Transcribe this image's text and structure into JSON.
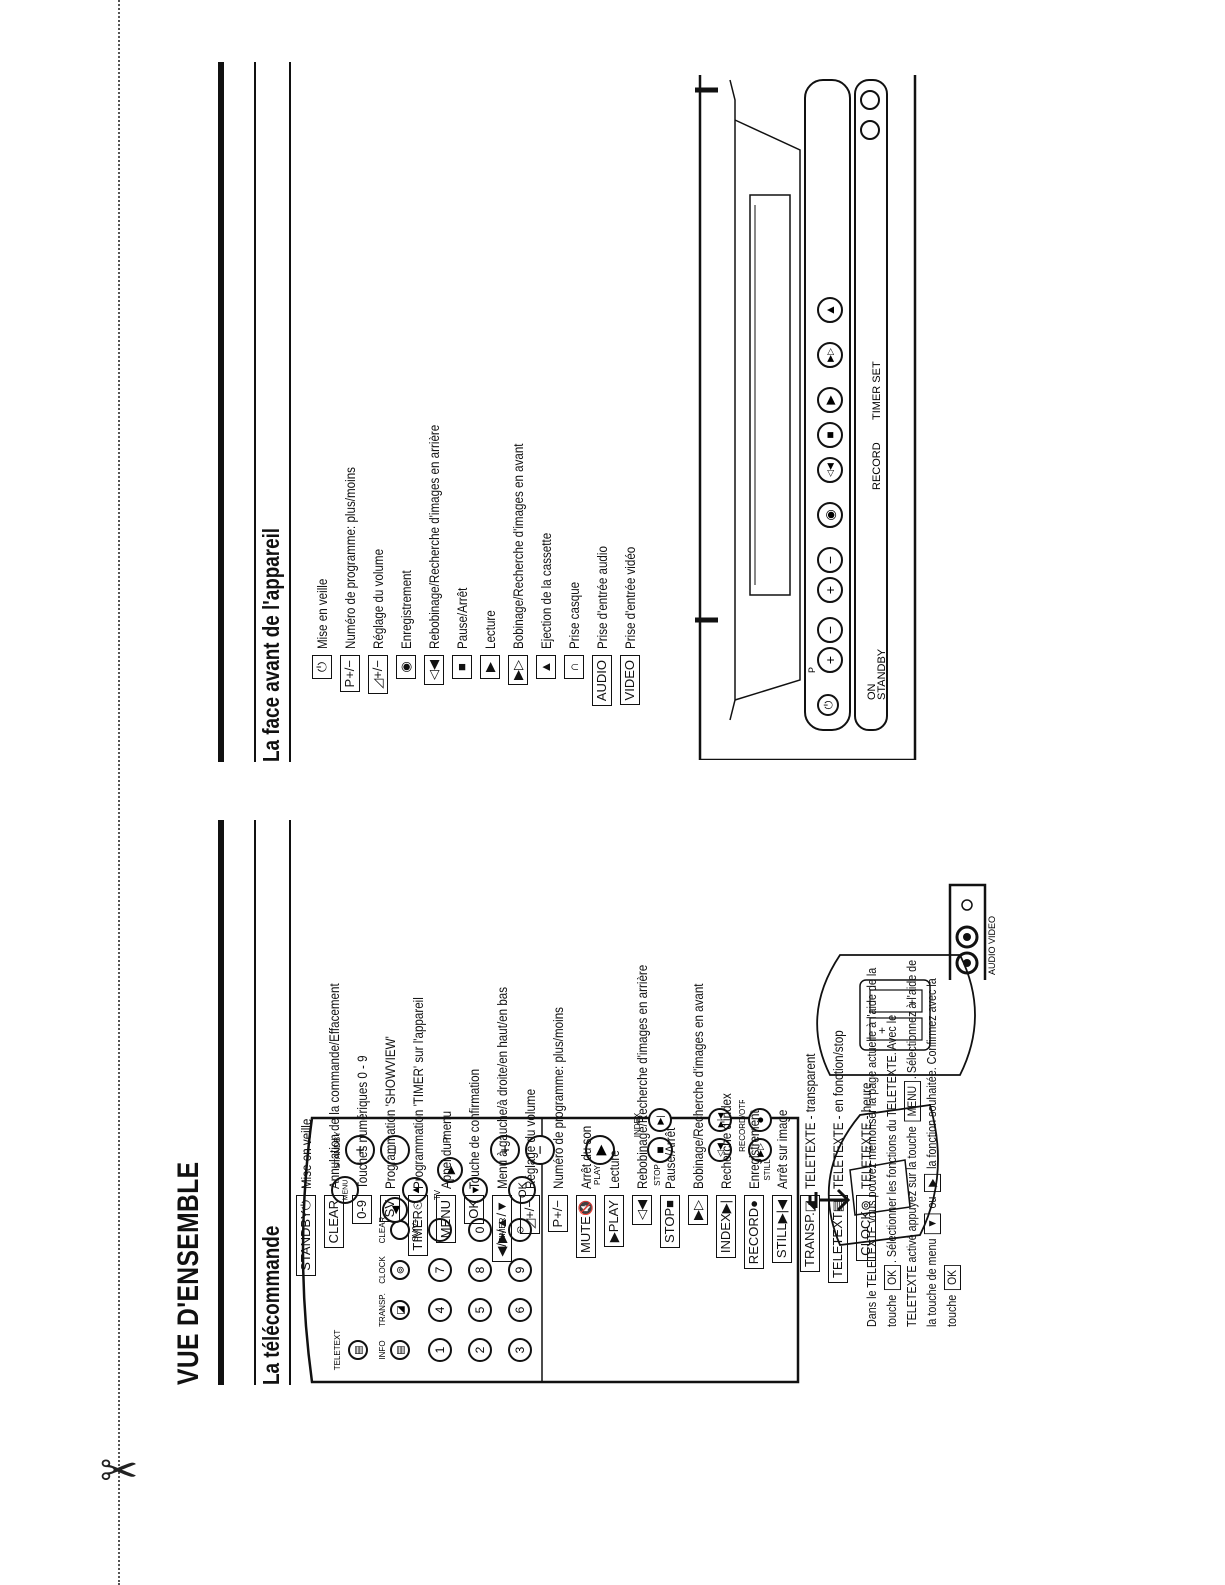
{
  "page": {
    "main_title": "VUE D'ENSEMBLE"
  },
  "remote": {
    "title": "La télécommande",
    "keys": [
      {
        "key": "STANDBY⏻",
        "desc": "Mise en veille"
      },
      {
        "key": "CLEAR",
        "desc": "Annulation de la commande/Effacement"
      },
      {
        "key": "0-9",
        "desc": "Touches numériques 0 - 9"
      },
      {
        "key": "SV",
        "desc": "Programmation 'SHOWVIEW'"
      },
      {
        "key": "TIMER⏲",
        "desc": "Programmation 'TIMER' sur l'appareil"
      },
      {
        "key": "MENU",
        "desc": "Appel du menu"
      },
      {
        "key": "OK",
        "desc": "Touche de confirmation"
      },
      {
        "key": "◀/▶/▲/▼",
        "desc": "Menu à gauche/à droite/en haut/en bas"
      },
      {
        "key": "◿+/−",
        "desc": "Réglage du volume"
      },
      {
        "key": "P+/−",
        "desc": "Numéro de programme: plus/moins"
      },
      {
        "key": "MUTE🔇",
        "desc": "Arrêt du son"
      },
      {
        "key": "▶PLAY",
        "desc": "Lecture"
      },
      {
        "key": "◁◀",
        "desc": "Rebobinage/Recherche d'images en arrière"
      },
      {
        "key": "STOP■",
        "desc": "Pause/Arrêt"
      },
      {
        "key": "▶▷",
        "desc": "Bobinage/Recherche d'images en avant"
      },
      {
        "key": "INDEX▶|",
        "desc": "Recherche d'index"
      },
      {
        "key": "RECORD●",
        "desc": "Enregistrement"
      },
      {
        "key": "STILL▶|◀",
        "desc": "Arrêt sur image"
      },
      {
        "key": "TRANSP.◪",
        "desc": "TELETEXTE - transparent"
      },
      {
        "key": "TELETEXT▤",
        "desc": "TELETEXTE - en fonction/stop"
      },
      {
        "key": "CLOCK⊚",
        "desc": "TELETEXTE - heure"
      }
    ],
    "teletext_note": {
      "line1": "Dans le TELETEXTE vous pouvez mémoriser la page actuelle à l'aide de la touche",
      "ok_key": "OK",
      "line2": "Sélectionner les fonctions du TELETEXTE. Avec le TELETEXTE activé appuyez sur la touche",
      "menu_key": "MENU",
      "line3": ". Sélectionnez à l'aide de la touche de menu",
      "down_key": "▼",
      "or_word": "ou",
      "up_key": "▶",
      "line4": "la fonction souhaitée. Confirmez avec la touche",
      "ok_key2": "OK"
    },
    "labels": {
      "teletext": "TELETEXT",
      "info": "INFO",
      "transp": "TRANSP.",
      "clock": "CLOCK",
      "clear": "CLEAR",
      "standby": "STANDBY",
      "svv": "SV/V+",
      "timer": "TIMER",
      "menu": "MENU",
      "ok": "OK",
      "p": "P",
      "tv": "TV",
      "play": "PLAY",
      "index": "INDEX",
      "stop": "STOP",
      "still": "STILL",
      "recordotr": "RECORD/OTR",
      "num": [
        "1",
        "2",
        "3",
        "4",
        "5",
        "6",
        "7",
        "8",
        "9",
        "0"
      ]
    }
  },
  "front_panel": {
    "title": "La face avant de l'appareil",
    "keys": [
      {
        "key": "⏻",
        "desc": "Mise en veille"
      },
      {
        "key": "P+/−",
        "desc": "Numéro de programme: plus/moins"
      },
      {
        "key": "◿+/−",
        "desc": "Réglage du volume"
      },
      {
        "key": "◉",
        "desc": "Enregistrement"
      },
      {
        "key": "◁◀",
        "desc": "Rebobinage/Recherche d'images en arrière"
      },
      {
        "key": "■",
        "desc": "Pause/Arrêt"
      },
      {
        "key": "▶",
        "desc": "Lecture"
      },
      {
        "key": "▶▷",
        "desc": "Bobinage/Recherche d'images en avant"
      },
      {
        "key": "▲",
        "desc": "Ejection de la cassette"
      },
      {
        "key": "∩",
        "desc": "Prise casque"
      },
      {
        "key": "AUDIO",
        "desc": "Prise d'entrée audio"
      },
      {
        "key": "VIDEO",
        "desc": "Prise d'entrée vidéo"
      }
    ],
    "labels": {
      "p": "P",
      "on_standby_1": "ON",
      "on_standby_2": "STANDBY",
      "record": "RECORD",
      "timer_set": "TIMER SET",
      "audio_video": "AUDIO VIDEO"
    }
  }
}
